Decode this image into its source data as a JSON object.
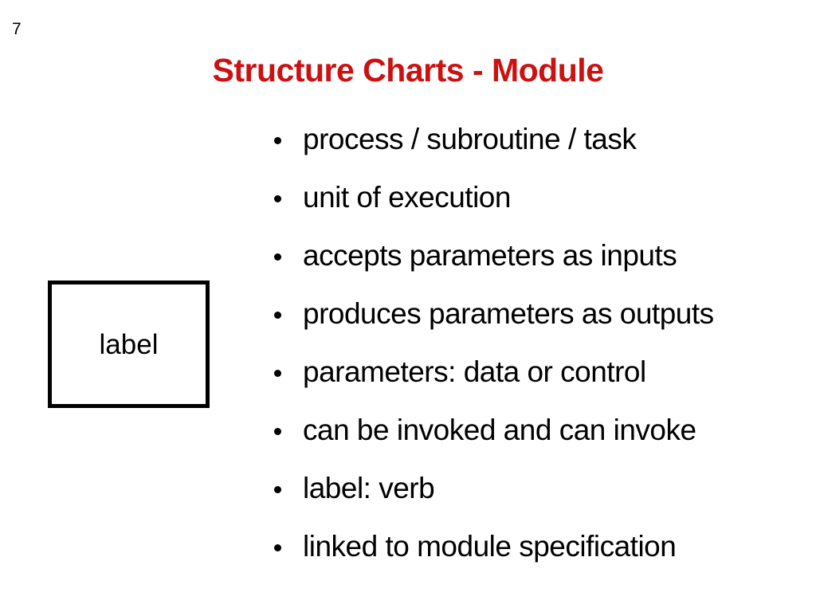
{
  "slide": {
    "page_number": "7",
    "title": "Structure Charts - Module",
    "colors": {
      "title": "#CC1111",
      "text": "#000000",
      "background": "#FFFFFF"
    },
    "bullets": [
      "process / subroutine / task",
      "unit of execution",
      "accepts parameters as inputs",
      "produces parameters as outputs",
      "parameters: data or control",
      "can be invoked and can invoke",
      "label: verb",
      "linked to module specification"
    ],
    "module_box": {
      "label": "label"
    }
  }
}
